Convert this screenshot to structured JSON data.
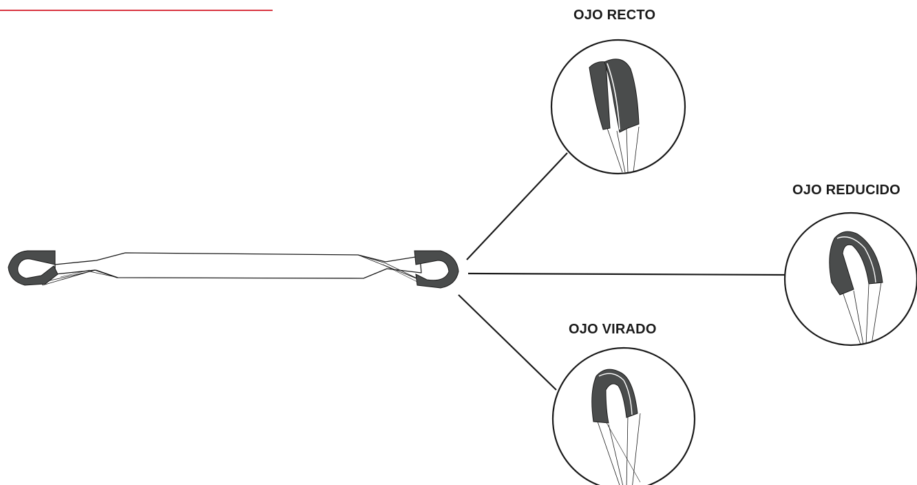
{
  "labels": {
    "recto": "OJO RECTO",
    "reducido": "OJO REDUCIDO",
    "virado": "OJO VIRADO"
  },
  "colors": {
    "accent_rule": "#d8333f",
    "eye_fill": "#4a4c4c",
    "outline": "#1a1a1a"
  }
}
